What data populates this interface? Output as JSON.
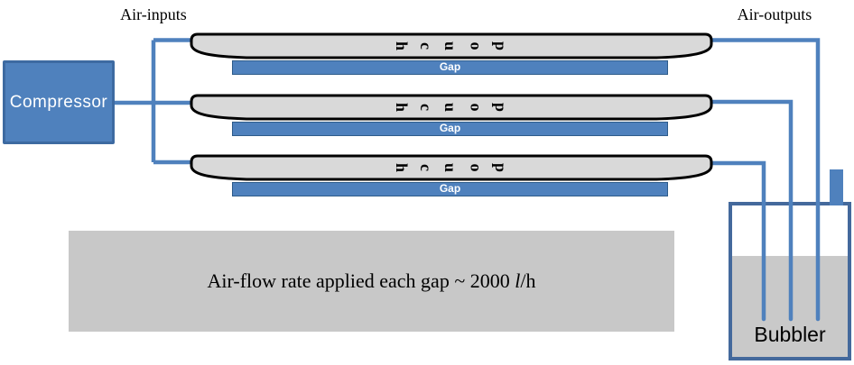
{
  "labels": {
    "air_inputs": "Air-inputs",
    "air_outputs": "Air-outputs"
  },
  "compressor": {
    "label": "Compressor"
  },
  "pouch": {
    "word": "pouch",
    "letters": [
      "h",
      "c",
      "u",
      "o",
      "p"
    ],
    "gap_label": "Gap",
    "count": 3
  },
  "note": {
    "text_prefix": "Air-flow rate applied each gap ~ 2000 ",
    "unit_italic": "l",
    "unit_suffix": "/h"
  },
  "bubbler": {
    "label": "Bubbler"
  },
  "colors": {
    "blue": "#4f81bd",
    "blue_dark_border": "#3d6aa1",
    "pipe_blue": "#4f81bd",
    "pouch_fill": "#d9d9d9",
    "pouch_border": "#000000",
    "gap_bar_fill": "#4f81bd",
    "gap_bar_border": "#2e5c8a",
    "note_bg": "#c8c8c8",
    "bubbler_liquid": "#c9c9c9",
    "text_white": "#ffffff",
    "text_black": "#000000"
  }
}
